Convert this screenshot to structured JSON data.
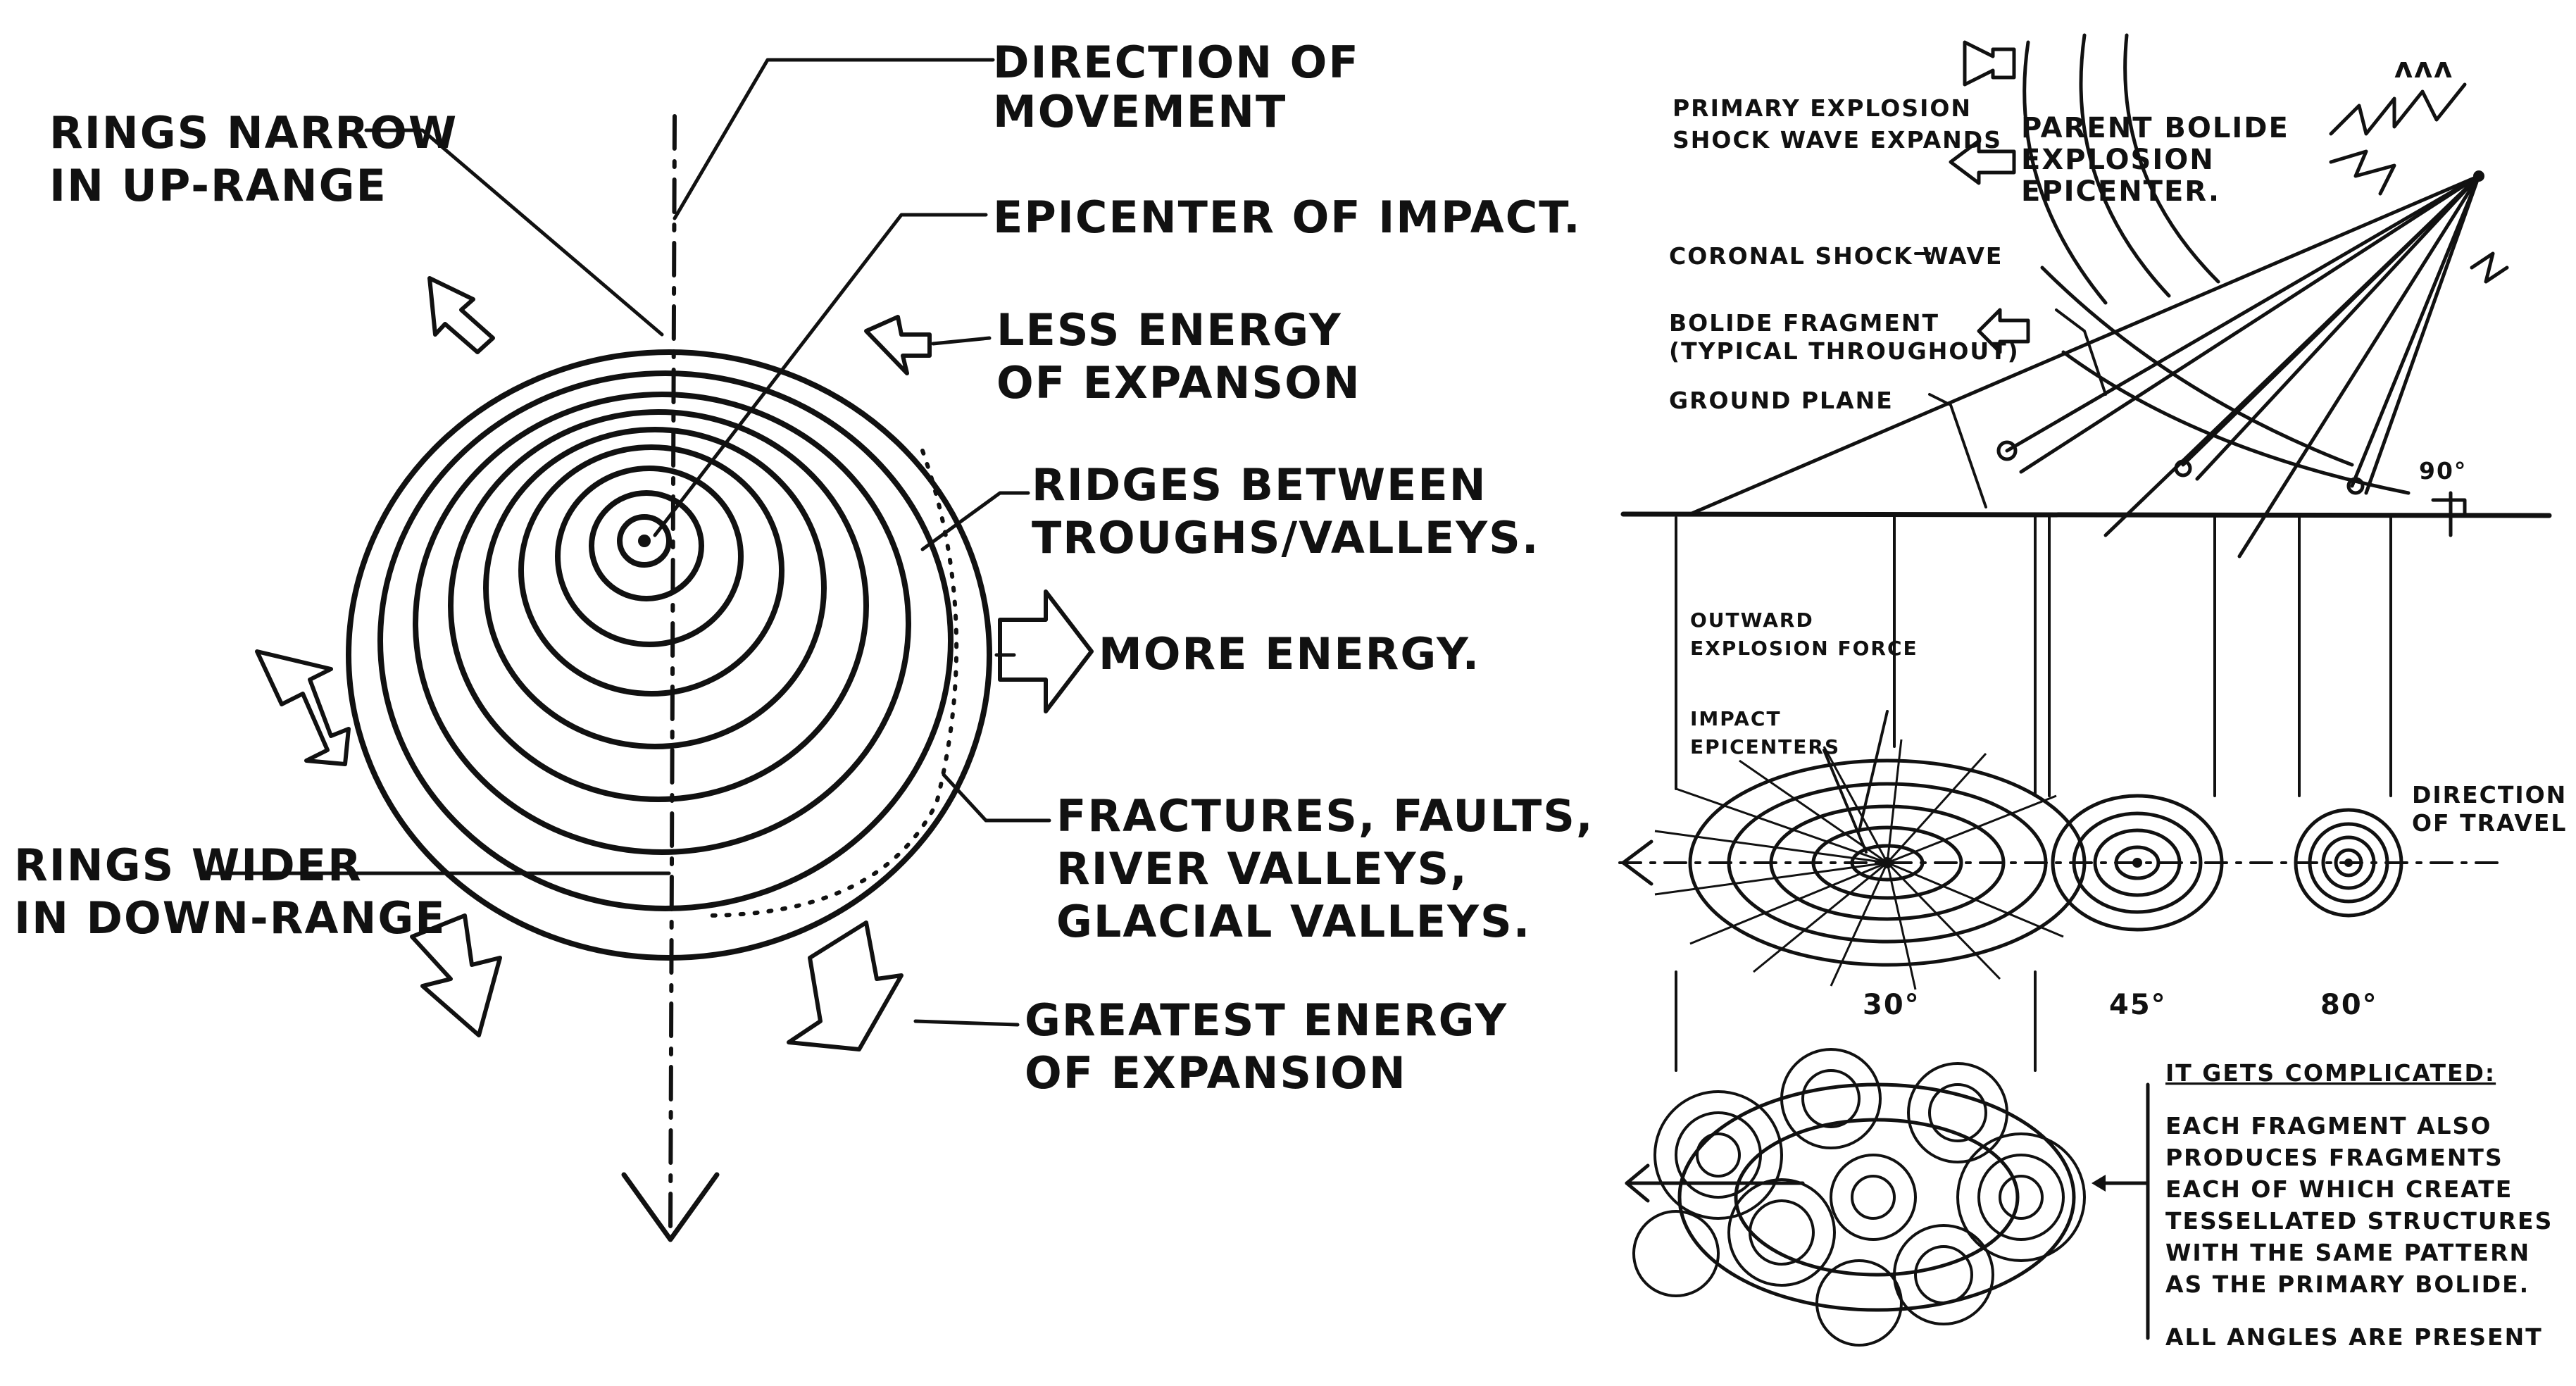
{
  "left_panel": {
    "labels": {
      "direction_1": "DIRECTION OF",
      "direction_2": "MOVEMENT",
      "rings_narrow_1": "RINGS NARROW",
      "rings_narrow_2": "IN UP-RANGE",
      "epicenter": "EPICENTER OF IMPACT.",
      "less_energy_1": "LESS ENERGY",
      "less_energy_2": "OF EXPANSON",
      "ridges_1": "RIDGES BETWEEN",
      "ridges_2": "TROUGHS/VALLEYS.",
      "more_energy": "MORE ENERGY.",
      "fractures_1": "FRACTURES, FAULTS,",
      "fractures_2": "RIVER VALLEYS,",
      "fractures_3": "GLACIAL VALLEYS.",
      "rings_wider_1": "RINGS WIDER",
      "rings_wider_2": "IN DOWN-RANGE",
      "greatest_1": "GREATEST ENERGY",
      "greatest_2": "OF EXPANSION"
    }
  },
  "right_panel": {
    "labels": {
      "primary_1": "PRIMARY EXPLOSION",
      "primary_2": "SHOCK WAVE EXPANDS",
      "parent_1": "PARENT BOLIDE",
      "parent_2": "EXPLOSION",
      "parent_3": "EPICENTER.",
      "coronal": "CORONAL SHOCK WAVE",
      "fragment_1": "BOLIDE FRAGMENT",
      "fragment_2": "(TYPICAL THROUGHOUT)",
      "ground": "GROUND PLANE",
      "outward_1": "OUTWARD",
      "outward_2": "EXPLOSION FORCE",
      "impact_1": "IMPACT",
      "impact_2": "EPICENTERS",
      "direction_1": "DIRECTION",
      "direction_2": "OF TRAVEL",
      "angle_90": "90°",
      "angle_30": "30°",
      "angle_45": "45°",
      "angle_80": "80°",
      "complicated": "IT GETS COMPLICATED:",
      "note_1": "EACH FRAGMENT ALSO",
      "note_2": "PRODUCES FRAGMENTS",
      "note_3": "EACH OF WHICH CREATE",
      "note_4": "TESSELLATED STRUCTURES",
      "note_5": "WITH THE SAME PATTERN",
      "note_6": "AS THE PRIMARY BOLIDE.",
      "all_angles": "ALL ANGLES ARE PRESENT"
    }
  }
}
